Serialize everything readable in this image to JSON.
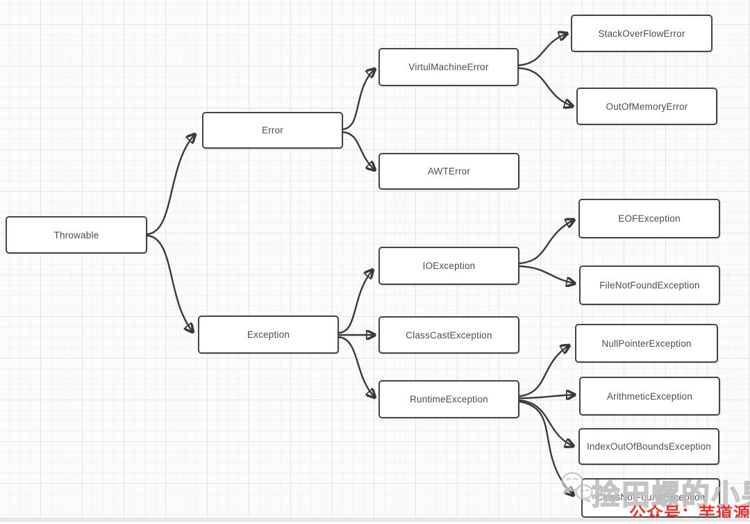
{
  "diagram": {
    "type": "flowchart-hierarchy",
    "nodes": {
      "throwable": {
        "label": "Throwable"
      },
      "error": {
        "label": "Error"
      },
      "virtual_machine_error": {
        "label": "VirtulMachineError"
      },
      "awt_error": {
        "label": "AWTError"
      },
      "stack_overflow_error": {
        "label": "StackOverFlowError"
      },
      "out_of_memory_error": {
        "label": "OutOfMemoryError"
      },
      "exception": {
        "label": "Exception"
      },
      "io_exception": {
        "label": "IOException"
      },
      "eof_exception": {
        "label": "EOFException"
      },
      "file_not_found_exception": {
        "label": "FileNotFoundException"
      },
      "class_cast_exception": {
        "label": "ClassCastException"
      },
      "runtime_exception": {
        "label": "RuntimeException"
      },
      "null_pointer_exception": {
        "label": "NullPointerException"
      },
      "arithmetic_exception": {
        "label": "ArithmeticException"
      },
      "index_out_of_bounds_exception": {
        "label": "IndexOutOfBoundsException"
      },
      "class_not_found_exception": {
        "label": "ClassNotFoundException"
      }
    },
    "edges": [
      {
        "from": "Throwable",
        "to": "Error"
      },
      {
        "from": "Throwable",
        "to": "Exception"
      },
      {
        "from": "Error",
        "to": "VirtulMachineError"
      },
      {
        "from": "Error",
        "to": "AWTError"
      },
      {
        "from": "VirtulMachineError",
        "to": "StackOverFlowError"
      },
      {
        "from": "VirtulMachineError",
        "to": "OutOfMemoryError"
      },
      {
        "from": "Exception",
        "to": "IOException"
      },
      {
        "from": "Exception",
        "to": "ClassCastException"
      },
      {
        "from": "Exception",
        "to": "RuntimeException"
      },
      {
        "from": "IOException",
        "to": "EOFException"
      },
      {
        "from": "IOException",
        "to": "FileNotFoundException"
      },
      {
        "from": "RuntimeException",
        "to": "NullPointerException"
      },
      {
        "from": "RuntimeException",
        "to": "ArithmeticException"
      },
      {
        "from": "RuntimeException",
        "to": "IndexOutOfBoundsException"
      },
      {
        "from": "RuntimeException",
        "to": "ClassNotFoundException"
      }
    ],
    "colors": {
      "canvas_bg": "#fbfbfc",
      "grid_minor": "#f1f1f5",
      "grid_major": "#e3e3e9",
      "node_fill": "#ffffff",
      "node_border": "#454545",
      "edge": "#3a3a3a",
      "label_text": "#4d4d4d"
    }
  },
  "watermark": {
    "brand_text": "捡田螺的小男孩",
    "account_text": "公众号：芋道源码",
    "account_color": "#e23333",
    "brand_color": "#bdbdbd",
    "icon": "wechat-icon"
  }
}
